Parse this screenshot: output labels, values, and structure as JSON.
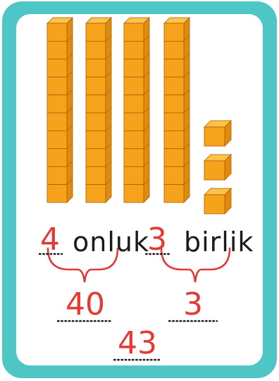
{
  "left_value": {
    "digit": "4",
    "word": "onluk"
  },
  "right_value": {
    "digit": "3",
    "word": "birlik"
  },
  "tens_value": "40",
  "ones_value": "3",
  "total": "43",
  "blocks": {
    "ten_rods": 4,
    "unit_cubes": 3
  },
  "colors": {
    "frame": "#4fc6c6",
    "cube_front": "#f7a21b",
    "cube_top": "#fcc24a",
    "cube_side": "#e08a10",
    "numbers": "#e53935",
    "brace": "#e53935"
  }
}
